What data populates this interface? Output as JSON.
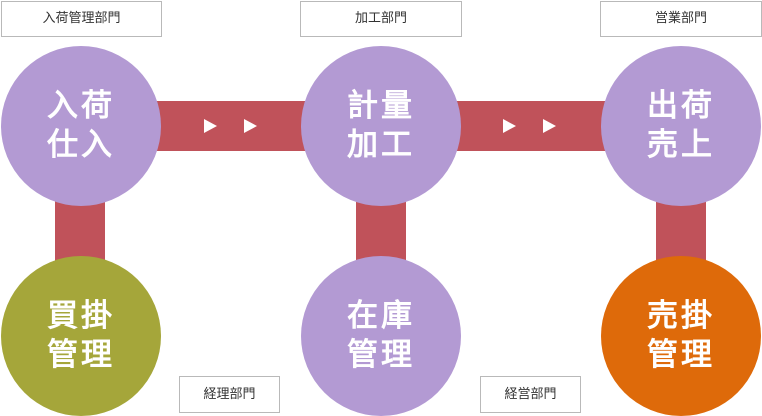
{
  "colors": {
    "connector": "#c0525a",
    "process_circle": "#b39ad3",
    "purchase_circle": "#a5a63a",
    "sales_circle": "#de6a0a",
    "label_border": "#b9b9b9"
  },
  "departments": {
    "receiving": "入荷管理部門",
    "processing": "加工部門",
    "sales": "営業部門",
    "accounting": "経理部門",
    "operations": "経営部門"
  },
  "nodes": {
    "receiving": {
      "line1": "入荷",
      "line2": "仕入"
    },
    "processing": {
      "line1": "計量",
      "line2": "加工"
    },
    "shipping": {
      "line1": "出荷",
      "line2": "売上"
    },
    "payables": {
      "line1": "買掛",
      "line2": "管理"
    },
    "inventory": {
      "line1": "在庫",
      "line2": "管理"
    },
    "receivables": {
      "line1": "売掛",
      "line2": "管理"
    }
  },
  "arrows": {
    "symbol": "►"
  }
}
